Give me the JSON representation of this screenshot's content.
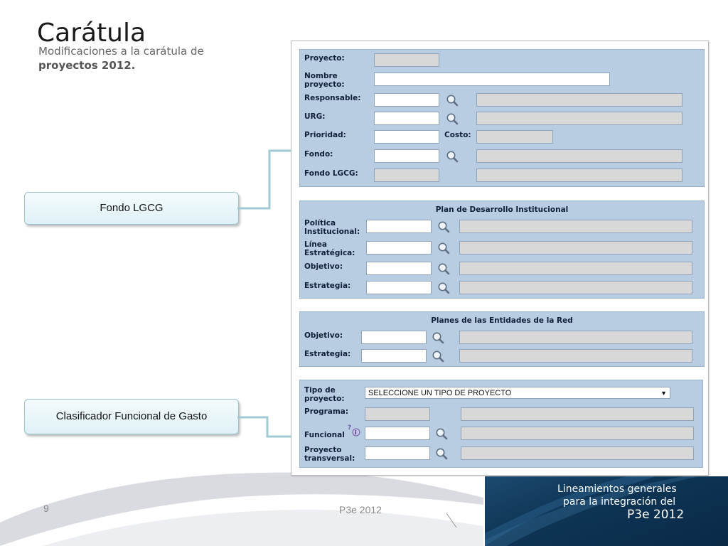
{
  "slide": {
    "title": "Carátula",
    "subtitle_line1": "Modificaciones a la carátula de",
    "subtitle_line2": "proyectos 2012.",
    "page_number": "9",
    "footer_center": "P3e 2012",
    "banner": {
      "line1": "Lineamientos generales",
      "line2": "para la integración del",
      "line3": "P3e 2012"
    }
  },
  "callouts": {
    "fondo": "Fondo LGCG",
    "clasificador": "Clasificador Funcional de Gasto"
  },
  "form": {
    "s1": {
      "proyecto": "Proyecto:",
      "nombre_1": "Nombre",
      "nombre_2": "proyecto:",
      "responsable": "Responsable:",
      "urg": "URG:",
      "prioridad": "Prioridad:",
      "costo": "Costo:",
      "fondo": "Fondo:",
      "fondo_lgcg": "Fondo LGCG:"
    },
    "s2": {
      "title": "Plan de Desarrollo Institucional",
      "politica_1": "Política",
      "politica_2": "Institucional:",
      "linea_1": "Línea",
      "linea_2": "Estratégica:",
      "objetivo": "Objetivo:",
      "estrategia": "Estrategia:"
    },
    "s3": {
      "title": "Planes de las Entidades de la Red",
      "objetivo": "Objetivo:",
      "estrategia": "Estrategia:"
    },
    "s4": {
      "tipo_1": "Tipo de",
      "tipo_2": "proyecto:",
      "tipo_value": "SELECCIONE UN TIPO DE PROYECTO",
      "programa": "Programa:",
      "funcional": "Funcional",
      "transversal_1": "Proyecto",
      "transversal_2": "transversal:"
    }
  },
  "colors": {
    "section_bg": "#b9cde2",
    "callout_border": "#9ac3cf",
    "banner_bg": "#0e3556"
  }
}
